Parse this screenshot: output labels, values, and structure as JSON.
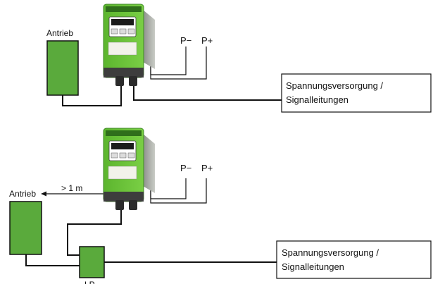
{
  "top": {
    "drive_label": "Antrieb",
    "p_minus": "P−",
    "p_plus": "P+",
    "supply_line1": "Spannungsversorgung /",
    "supply_line2": "Signalleitungen"
  },
  "bottom": {
    "drive_label": "Antrieb",
    "distance_label": "> 1 m",
    "p_minus": "P−",
    "p_plus": "P+",
    "supply_line1": "Spannungsversorgung /",
    "supply_line2": "Signalleitungen",
    "junction_label": "LP"
  },
  "colors": {
    "drive_green": "#5aaa3c",
    "device_green": "#6cc23a",
    "device_dark": "#3f8a26",
    "wire": "#111111"
  }
}
